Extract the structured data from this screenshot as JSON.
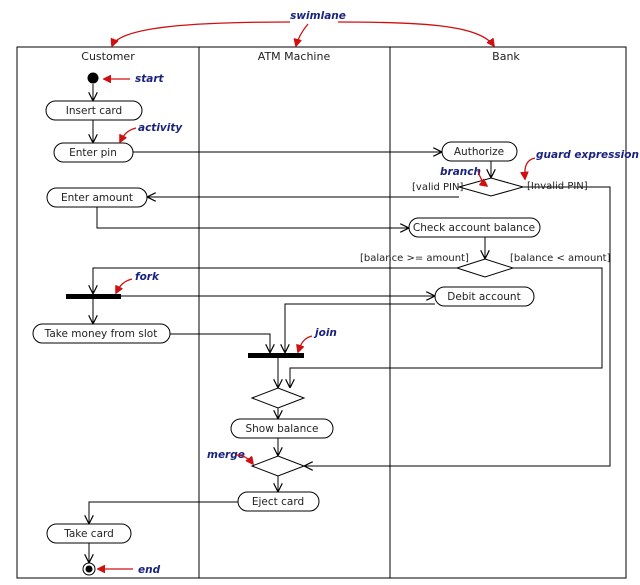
{
  "lanes": [
    "Customer",
    "ATM Machine",
    "Bank"
  ],
  "activities": {
    "insert_card": "Insert card",
    "enter_pin": "Enter pin",
    "enter_amount": "Enter amount",
    "take_money": "Take money from slot",
    "take_card": "Take card",
    "authorize": "Authorize",
    "check_balance": "Check account balance",
    "debit_account": "Debit account",
    "show_balance": "Show balance",
    "eject_card": "Eject card"
  },
  "guards": {
    "valid_pin": "[valid PIN]",
    "invalid_pin": "[Invalid PIN]",
    "balance_ge": "[balance >= amount]",
    "balance_lt": "[balance < amount]"
  },
  "annotations": {
    "swimlane": "swimlane",
    "start": "start",
    "activity": "activity",
    "guard_expression": "guard expression",
    "branch": "branch",
    "fork": "fork",
    "join": "join",
    "merge": "merge",
    "end": "end"
  },
  "colors": {
    "annotation_text": "#1a237e",
    "annotation_arrow": "#d01010",
    "line": "#000000"
  }
}
